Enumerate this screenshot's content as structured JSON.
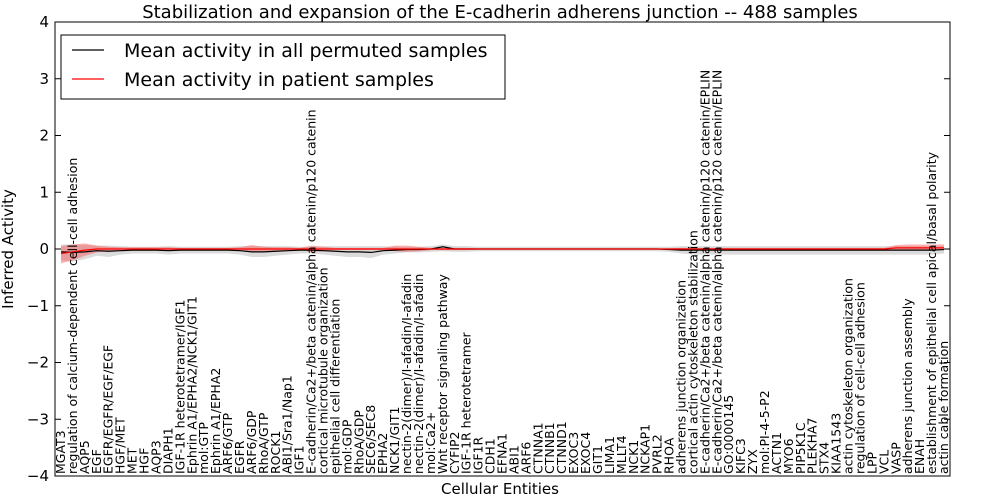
{
  "chart_data": {
    "type": "line",
    "title": "Stabilization and expansion of the E-cadherin adherens junction -- 488 samples",
    "xlabel": "Cellular Entities",
    "ylabel": "Inferred Activity",
    "ylim": [
      -4,
      4
    ],
    "yticks": [
      4,
      3,
      2,
      1,
      0,
      -1,
      -2,
      -3,
      -4
    ],
    "grid": false,
    "legend_placement": "top-left",
    "categories": [
      "MGAT3",
      "regulation of calcium-dependent cell-cell adhesion",
      "AQP5",
      "EGF",
      "EGFR/EGFR/EGF/EGF",
      "HGF/MET",
      "MET",
      "HGF",
      "AQP3",
      "DIAPH1",
      "IGF-1R heterotetramer/IGF1",
      "Ephrin A1/EPHA2/NCK1/GIT1",
      "mol:GTP",
      "Ephrin A1/EPHA2",
      "ARF6/GTP",
      "EGFR",
      "ARF6/GDP",
      "RhoA/GTP",
      "ROCK1",
      "ABI1/Sra1/Nap1",
      "IGF1",
      "E-cadherin/Ca2+/beta catenin/alpha catenin/p120 catenin",
      "cortical microtubule organization",
      "epithelial cell differentiation",
      "mol:GDP",
      "RhoA/GDP",
      "SEC6/SEC8",
      "EPHA2",
      "NCK1/GIT1",
      "nectin-2(dimer)/I-afadin/I-afadin",
      "nectin-2(dimer)/I-afadin/I-afadin",
      "mol:Ca2+",
      "Wnt receptor signaling pathway",
      "CYFIP2",
      "IGF-1R heterotetramer",
      "IGF1R",
      "CDH1",
      "EFNA1",
      "ABI1",
      "ARF6",
      "CTNNA1",
      "CTNNB1",
      "CTNND1",
      "EXOC3",
      "EXOC4",
      "GIT1",
      "LIMA1",
      "MLLT4",
      "NCK1",
      "NCKAP1",
      "PVRL2",
      "RHOA",
      "adherens junction organization",
      "cortical actin cytoskeleton stabilization",
      "E-cadherin/Ca2+/beta catenin/alpha catenin/p120 catenin/EPLIN",
      "E-cadherin/Ca2+/beta catenin/alpha catenin/p120 catenin/EPLIN",
      "GO:0000145",
      "KIFC3",
      "ZYX",
      "mol:PI-4-5-P2",
      "ACTN1",
      "MYO6",
      "PIP5K1C",
      "PLEKHA7",
      "STX4",
      "KIAA1543",
      "actin cytoskeleton organization",
      "regulation of cell-cell adhesion",
      "LPP",
      "VCL",
      "VASP",
      "adherens junction assembly",
      "ENAH",
      "establishment of epithelial cell apical/basal polarity",
      "actin cable formation"
    ],
    "series": [
      {
        "name": "Mean activity in all permuted samples",
        "color": "#000000",
        "values": [
          -0.05,
          -0.06,
          -0.05,
          -0.03,
          -0.04,
          -0.03,
          -0.02,
          -0.02,
          -0.02,
          -0.03,
          -0.02,
          -0.02,
          -0.02,
          -0.02,
          -0.02,
          -0.03,
          -0.05,
          -0.05,
          -0.04,
          -0.03,
          -0.02,
          -0.02,
          -0.03,
          -0.04,
          -0.05,
          -0.05,
          -0.06,
          -0.03,
          -0.02,
          -0.01,
          -0.01,
          0.0,
          0.04,
          0.0,
          0.0,
          0.0,
          0.0,
          0.0,
          0.0,
          0.0,
          0.0,
          0.0,
          0.0,
          0.0,
          0.0,
          0.0,
          0.0,
          0.0,
          0.0,
          0.0,
          0.0,
          -0.01,
          -0.02,
          -0.02,
          -0.02,
          -0.02,
          -0.02,
          -0.02,
          -0.02,
          -0.02,
          -0.02,
          -0.02,
          -0.02,
          -0.02,
          -0.02,
          -0.02,
          -0.02,
          -0.02,
          -0.02,
          -0.02,
          -0.02,
          -0.02,
          -0.02,
          -0.02,
          -0.01
        ],
        "band_lower": [
          -0.2,
          -0.22,
          -0.18,
          -0.12,
          -0.14,
          -0.1,
          -0.08,
          -0.08,
          -0.08,
          -0.1,
          -0.08,
          -0.08,
          -0.08,
          -0.08,
          -0.08,
          -0.1,
          -0.14,
          -0.14,
          -0.12,
          -0.1,
          -0.08,
          -0.08,
          -0.1,
          -0.12,
          -0.14,
          -0.14,
          -0.16,
          -0.1,
          -0.08,
          -0.06,
          -0.06,
          -0.05,
          -0.04,
          -0.05,
          -0.05,
          -0.04,
          -0.04,
          -0.04,
          -0.04,
          -0.04,
          -0.04,
          -0.04,
          -0.04,
          -0.04,
          -0.04,
          -0.04,
          -0.04,
          -0.04,
          -0.04,
          -0.04,
          -0.04,
          -0.05,
          -0.08,
          -0.1,
          -0.1,
          -0.1,
          -0.1,
          -0.1,
          -0.1,
          -0.1,
          -0.1,
          -0.1,
          -0.1,
          -0.1,
          -0.1,
          -0.1,
          -0.1,
          -0.1,
          -0.1,
          -0.1,
          -0.1,
          -0.1,
          -0.1,
          -0.1,
          -0.08
        ],
        "band_upper": [
          0.08,
          0.08,
          0.07,
          0.06,
          0.06,
          0.05,
          0.04,
          0.04,
          0.04,
          0.05,
          0.04,
          0.04,
          0.04,
          0.04,
          0.04,
          0.05,
          0.05,
          0.05,
          0.05,
          0.05,
          0.04,
          0.04,
          0.05,
          0.05,
          0.05,
          0.05,
          0.05,
          0.05,
          0.04,
          0.04,
          0.04,
          0.05,
          0.08,
          0.05,
          0.05,
          0.04,
          0.04,
          0.04,
          0.04,
          0.04,
          0.04,
          0.04,
          0.04,
          0.04,
          0.04,
          0.04,
          0.04,
          0.04,
          0.04,
          0.04,
          0.04,
          0.04,
          0.05,
          0.05,
          0.05,
          0.05,
          0.05,
          0.05,
          0.05,
          0.05,
          0.05,
          0.05,
          0.05,
          0.05,
          0.05,
          0.05,
          0.05,
          0.05,
          0.05,
          0.05,
          0.05,
          0.05,
          0.05,
          0.05,
          0.05
        ]
      },
      {
        "name": "Mean activity in patient samples",
        "color": "#ff0000",
        "values": [
          -0.08,
          -0.05,
          -0.02,
          0.0,
          0.0,
          0.0,
          0.0,
          0.0,
          0.0,
          0.0,
          0.0,
          0.0,
          0.0,
          0.0,
          0.0,
          0.0,
          0.0,
          0.0,
          0.0,
          0.0,
          0.0,
          0.0,
          0.0,
          0.0,
          0.0,
          0.0,
          0.0,
          0.0,
          0.0,
          0.0,
          0.0,
          0.0,
          0.0,
          0.0,
          0.0,
          0.0,
          0.0,
          0.0,
          0.0,
          0.0,
          0.0,
          0.0,
          0.0,
          0.0,
          0.0,
          0.0,
          0.0,
          0.0,
          0.0,
          0.0,
          0.0,
          0.0,
          0.0,
          0.0,
          0.0,
          0.0,
          0.0,
          0.0,
          0.0,
          0.0,
          0.0,
          0.0,
          0.0,
          0.0,
          0.0,
          0.0,
          0.0,
          0.0,
          0.0,
          0.0,
          0.02,
          0.02,
          0.02,
          0.02,
          0.02
        ],
        "band_lower": [
          -0.25,
          -0.2,
          -0.12,
          -0.06,
          -0.04,
          -0.03,
          -0.03,
          -0.03,
          -0.03,
          -0.03,
          -0.02,
          -0.02,
          -0.02,
          -0.02,
          -0.02,
          -0.03,
          -0.05,
          -0.04,
          -0.03,
          -0.03,
          -0.02,
          -0.05,
          -0.04,
          -0.02,
          -0.02,
          -0.02,
          -0.02,
          -0.02,
          -0.04,
          -0.05,
          -0.04,
          -0.02,
          -0.02,
          -0.02,
          -0.02,
          -0.01,
          -0.01,
          -0.01,
          -0.01,
          -0.01,
          -0.01,
          -0.01,
          -0.01,
          -0.01,
          -0.01,
          -0.01,
          -0.01,
          -0.01,
          -0.01,
          -0.01,
          -0.01,
          -0.01,
          -0.02,
          -0.02,
          -0.02,
          -0.02,
          -0.02,
          -0.02,
          -0.02,
          -0.02,
          -0.02,
          -0.02,
          -0.02,
          -0.02,
          -0.02,
          -0.02,
          -0.02,
          -0.02,
          -0.02,
          -0.02,
          -0.02,
          -0.02,
          -0.02,
          -0.02,
          -0.02
        ],
        "band_upper": [
          0.05,
          0.08,
          0.1,
          0.06,
          0.04,
          0.03,
          0.03,
          0.03,
          0.03,
          0.03,
          0.02,
          0.02,
          0.02,
          0.02,
          0.02,
          0.03,
          0.07,
          0.04,
          0.03,
          0.03,
          0.02,
          0.06,
          0.04,
          0.02,
          0.02,
          0.02,
          0.02,
          0.02,
          0.06,
          0.06,
          0.04,
          0.02,
          0.02,
          0.02,
          0.02,
          0.01,
          0.01,
          0.01,
          0.01,
          0.01,
          0.01,
          0.01,
          0.01,
          0.01,
          0.01,
          0.01,
          0.01,
          0.01,
          0.01,
          0.01,
          0.01,
          0.01,
          0.02,
          0.02,
          0.02,
          0.02,
          0.02,
          0.02,
          0.02,
          0.02,
          0.02,
          0.02,
          0.02,
          0.02,
          0.02,
          0.02,
          0.02,
          0.02,
          0.02,
          0.02,
          0.07,
          0.08,
          0.08,
          0.08,
          0.08
        ]
      }
    ]
  }
}
